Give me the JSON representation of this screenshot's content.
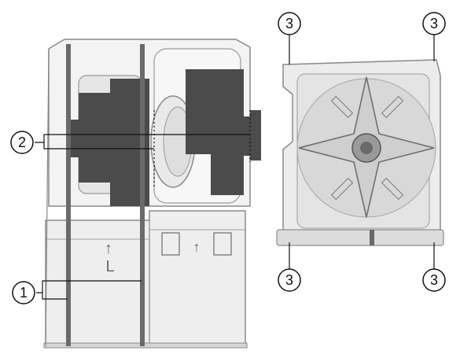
{
  "callouts": {
    "c1": "1",
    "c2": "2",
    "c3_top_left": "3",
    "c3_top_right": "3",
    "c3_bottom_left": "3",
    "c3_bottom_right": "3"
  },
  "labels": {
    "arrow": "↑",
    "letter_l": "L",
    "arrow_right_panel": "↑"
  },
  "colors": {
    "frame_stroke": "#8a8a8a",
    "panel_fill": "#ececec",
    "dark_brace": "#4b4b4b",
    "strap": "#6a6a6a",
    "callout_stroke": "#111111"
  }
}
